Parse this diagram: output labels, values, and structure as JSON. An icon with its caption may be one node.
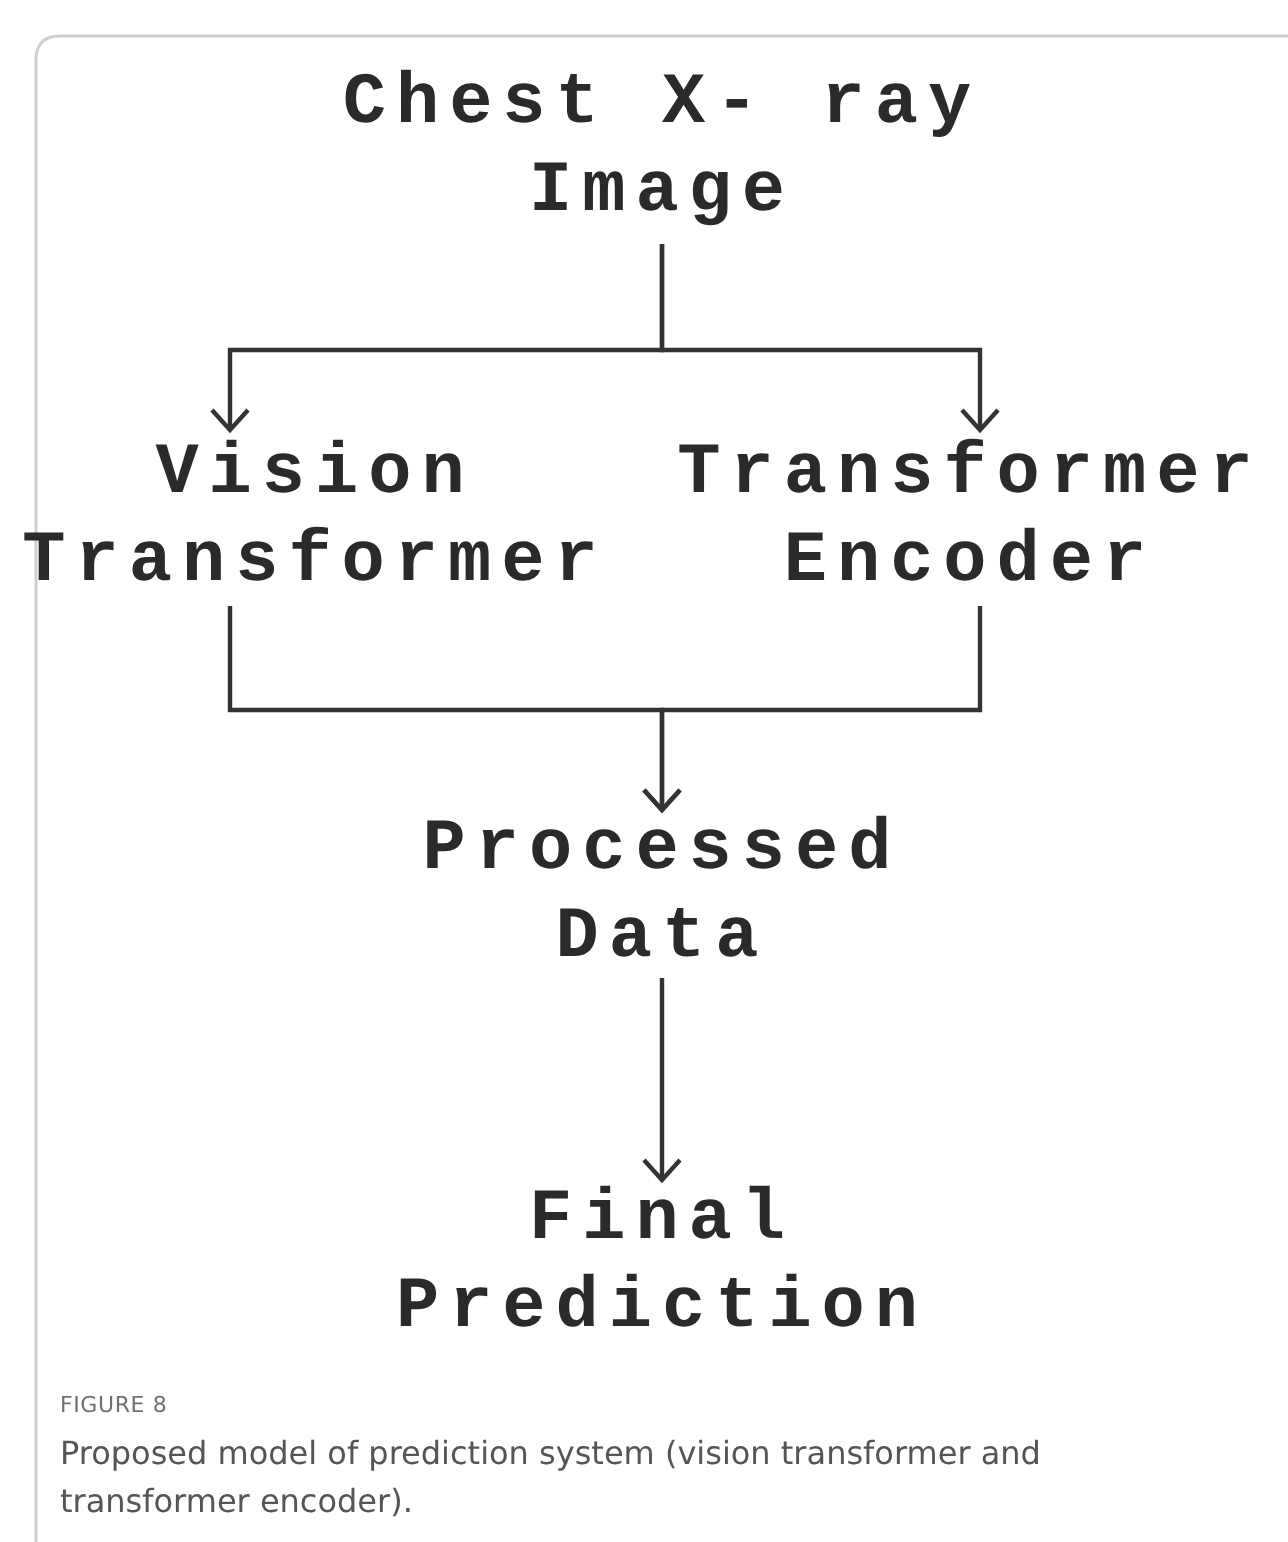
{
  "diagram": {
    "caption": "Proposed model of prediction system (vision transformer and transformer encoder).",
    "nodes": [
      {
        "text": [
          "Chest X- ray Image"
        ]
      },
      {
        "text": [
          "Vision Transformer"
        ]
      },
      {
        "text": [
          "Transformer Encoder"
        ]
      },
      {
        "text": [
          "Processed Data"
        ]
      },
      {
        "text": [
          "Final Prediction"
        ]
      }
    ],
    "edges": [
      {
        "from": 0,
        "to": 1,
        "arrow": "to"
      },
      {
        "from": 0,
        "to": 2,
        "arrow": "to"
      },
      {
        "from": 1,
        "to": 3,
        "arrow": "to"
      },
      {
        "from": 2,
        "to": 3,
        "arrow": "to"
      },
      {
        "from": 3,
        "to": 4,
        "arrow": "to"
      }
    ],
    "labels": [
      "FIGURE 8"
    ]
  }
}
